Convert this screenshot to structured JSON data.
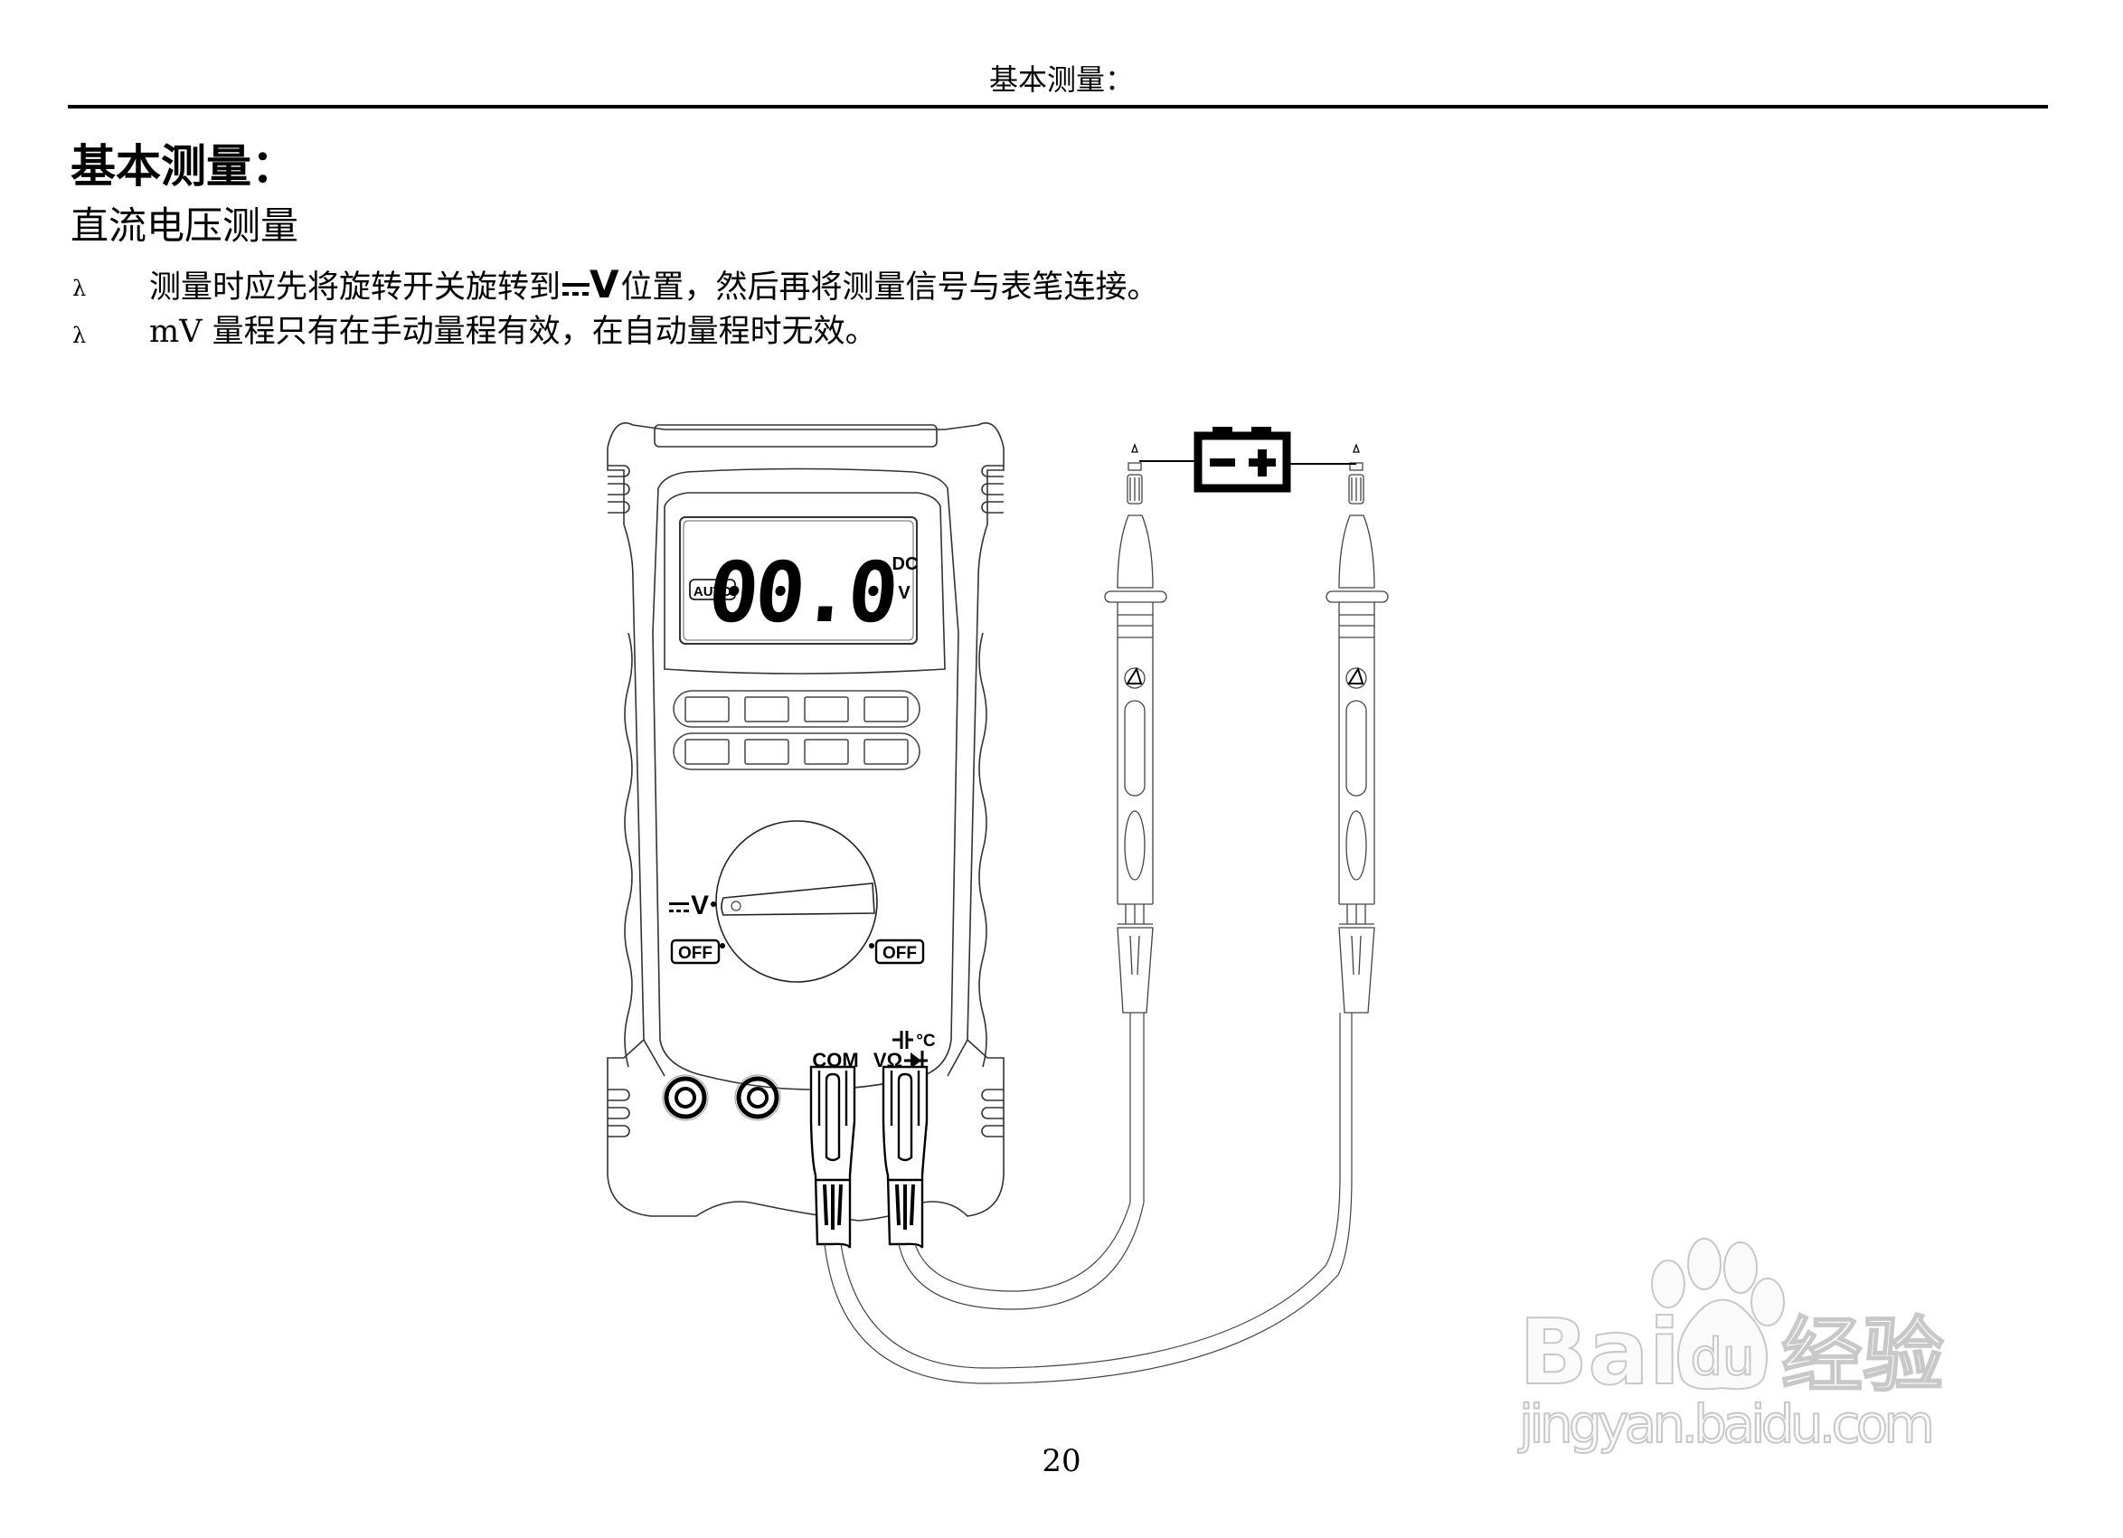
{
  "header": {
    "running_title": "基本测量："
  },
  "section": {
    "title": "基本测量：",
    "subtitle": "直流电压测量",
    "bullets": [
      {
        "glyph": "λ",
        "text_before": "测量时应先将旋转开关旋转到",
        "symbol": "DC-V",
        "symbol_letter": "V",
        "text_after": "位置，然后再将测量信号与表笔连接。"
      },
      {
        "glyph": "λ",
        "text": "mV 量程只有在手动量程有效，在自动量程时无效。"
      }
    ]
  },
  "figure": {
    "meter": {
      "display": {
        "reading": "00.0",
        "mode_badge": "AUTO",
        "unit_top": "DC",
        "unit_bottom": "V"
      },
      "buttons_rows": 2,
      "buttons_per_row": 4,
      "dial": {
        "selected_label": "V",
        "selected_symbol": "dc-voltage",
        "off_left": "OFF",
        "off_right": "OFF"
      },
      "jacks": {
        "com_label": "COM",
        "v_label": "VΩ",
        "v_top_label": "°C",
        "v_symbols": [
          "capacitor",
          "diode"
        ]
      }
    },
    "source": {
      "type": "battery",
      "negative": "−",
      "positive": "+"
    },
    "probes": [
      "black",
      "red"
    ],
    "colors": {
      "line": "#000000",
      "thin_line": "#555555",
      "watermark": "#c8c8c8"
    }
  },
  "watermark": {
    "brand": "Bai",
    "paw_text": "du",
    "cn": "经验",
    "url": "jingyan.baidu.com"
  },
  "footer": {
    "page_number": "20"
  }
}
